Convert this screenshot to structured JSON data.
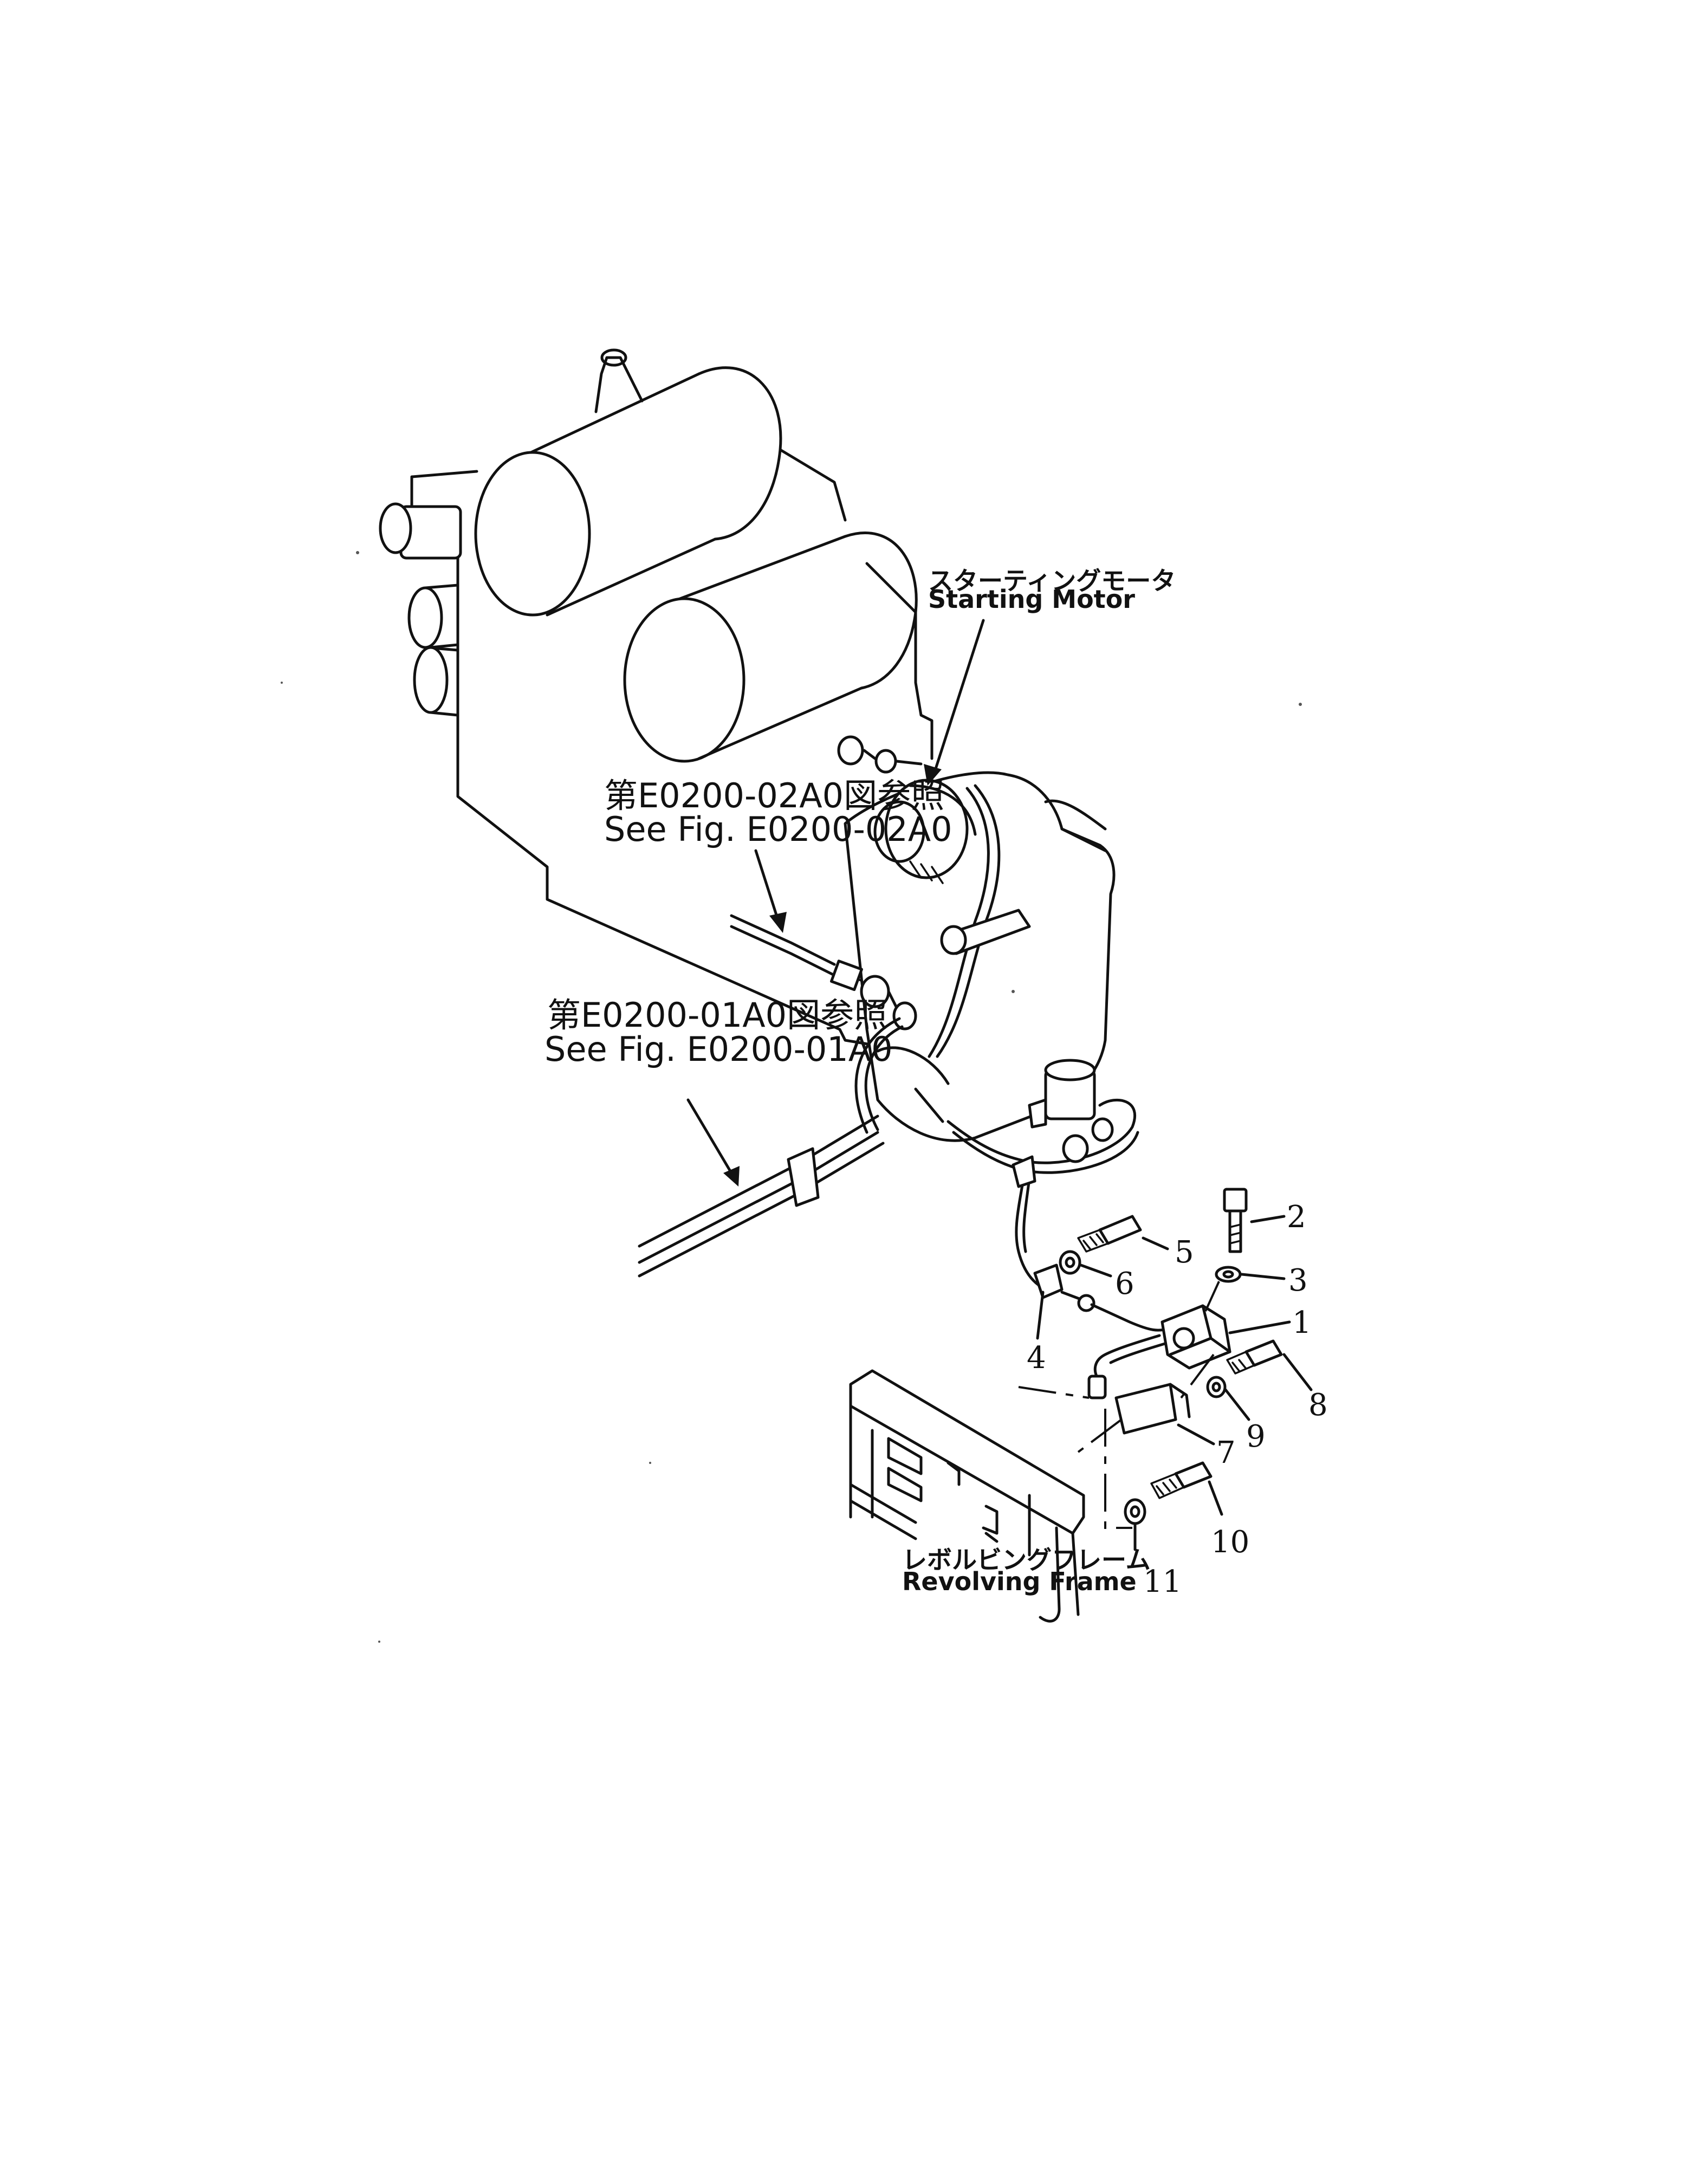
{
  "labels": {
    "starting_motor_jp": "スターティングモータ",
    "starting_motor_en": "Starting Motor",
    "ref_02_jp": "第E0200-02A0図参照",
    "ref_02_en": "See  Fig. E0200-02A0",
    "ref_01_jp": "第E0200-01A0図参照",
    "ref_01_en": "See  Fig. E0200-01A0",
    "revolving_frame_jp": "レボルビングフレーム",
    "revolving_frame_en": "Revolving  Frame"
  },
  "callouts": {
    "c1": "1",
    "c2": "2",
    "c3": "3",
    "c4": "4",
    "c5": "5",
    "c6": "6",
    "c7": "7",
    "c8": "8",
    "c9": "9",
    "c10": "10",
    "c11": "11"
  }
}
